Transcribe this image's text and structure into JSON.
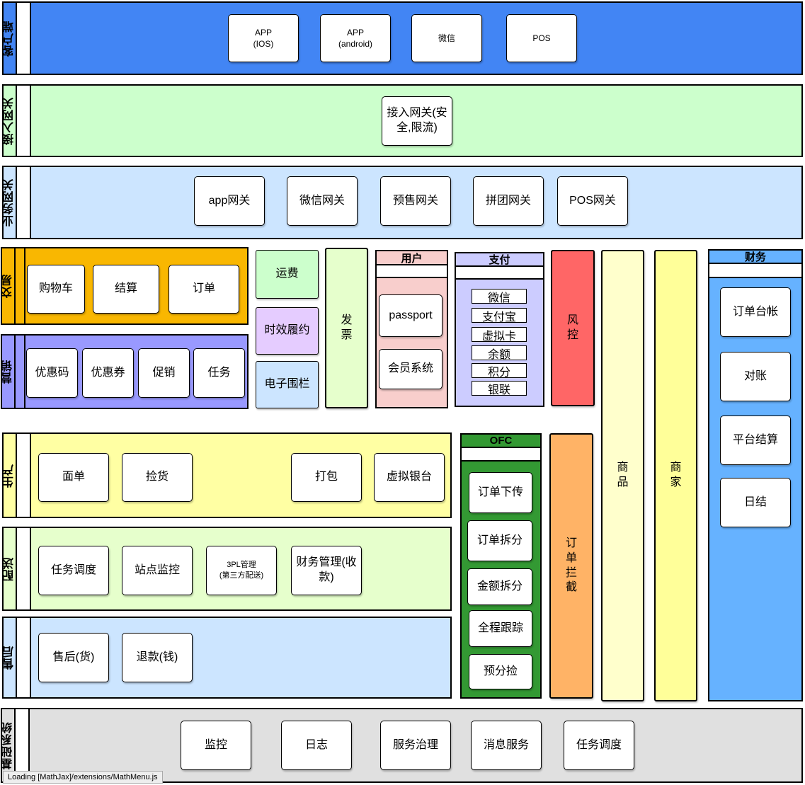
{
  "layers": {
    "client": {
      "label": "客户端",
      "items": [
        {
          "label": "APP",
          "sub": "(IOS)"
        },
        {
          "label": "APP",
          "sub": "(android)"
        },
        {
          "label": "微信",
          "sub": ""
        },
        {
          "label": "POS",
          "sub": ""
        }
      ]
    },
    "access": {
      "label": "接入网关",
      "items": [
        "接入网关(安全,限流)"
      ]
    },
    "business_gw": {
      "label": "业务网关",
      "items": [
        "app网关",
        "微信网关",
        "预售网关",
        "拼团网关",
        "POS网关"
      ]
    },
    "trade": {
      "label": "交易",
      "items": [
        "购物车",
        "结算",
        "订单"
      ]
    },
    "marketing": {
      "label": "营销",
      "items": [
        "优惠码",
        "优惠券",
        "促销",
        "任务"
      ]
    },
    "production": {
      "label": "生产",
      "items": [
        "面单",
        "捡货",
        "打包",
        "虚拟银台"
      ]
    },
    "delivery": {
      "label": "配送",
      "items": [
        "任务调度",
        "站点监控",
        "3PL管理",
        "(第三方配送)",
        "财务管理(收款)"
      ]
    },
    "aftersale": {
      "label": "售后",
      "items": [
        "售后(货)",
        "退款(钱)"
      ]
    },
    "infra": {
      "label": "基础系统",
      "items": [
        "监控",
        "日志",
        "服务治理",
        "消息服务",
        "任务调度"
      ]
    }
  },
  "standalone": {
    "freight": "运费",
    "timeliness": "时效履约",
    "geofence": "电子围栏",
    "invoice": "发票",
    "risk": "风控",
    "goods": "商品",
    "merchant": "商家",
    "intercept": "订单拦截"
  },
  "user": {
    "title": "用户",
    "items": [
      "passport",
      "会员系统"
    ]
  },
  "payment": {
    "title": "支付",
    "items": [
      "微信",
      "支付宝",
      "虚拟卡",
      "余额",
      "积分",
      "银联"
    ]
  },
  "finance": {
    "title": "财务",
    "items": [
      "订单台帐",
      "对账",
      "平台结算",
      "日结"
    ]
  },
  "ofc": {
    "title": "OFC",
    "items": [
      "订单下传",
      "订单拆分",
      "金额拆分",
      "全程跟踪",
      "预分捡"
    ]
  },
  "status": {
    "loading": "Loading [MathJax]/extensions/MathMenu.js"
  },
  "colors": {
    "client": "#4285f4",
    "access": "#ccffcc",
    "business_gw": "#cce5ff",
    "trade": "#f9b701",
    "marketing": "#9999ff",
    "production": "#ffffa3",
    "delivery": "#e6ffcc",
    "aftersale": "#cce5ff",
    "infra": "#e0e0e0",
    "risk": "#ff6666",
    "intercept": "#ffb366",
    "ofc": "#339933",
    "finance": "#66b2ff"
  }
}
